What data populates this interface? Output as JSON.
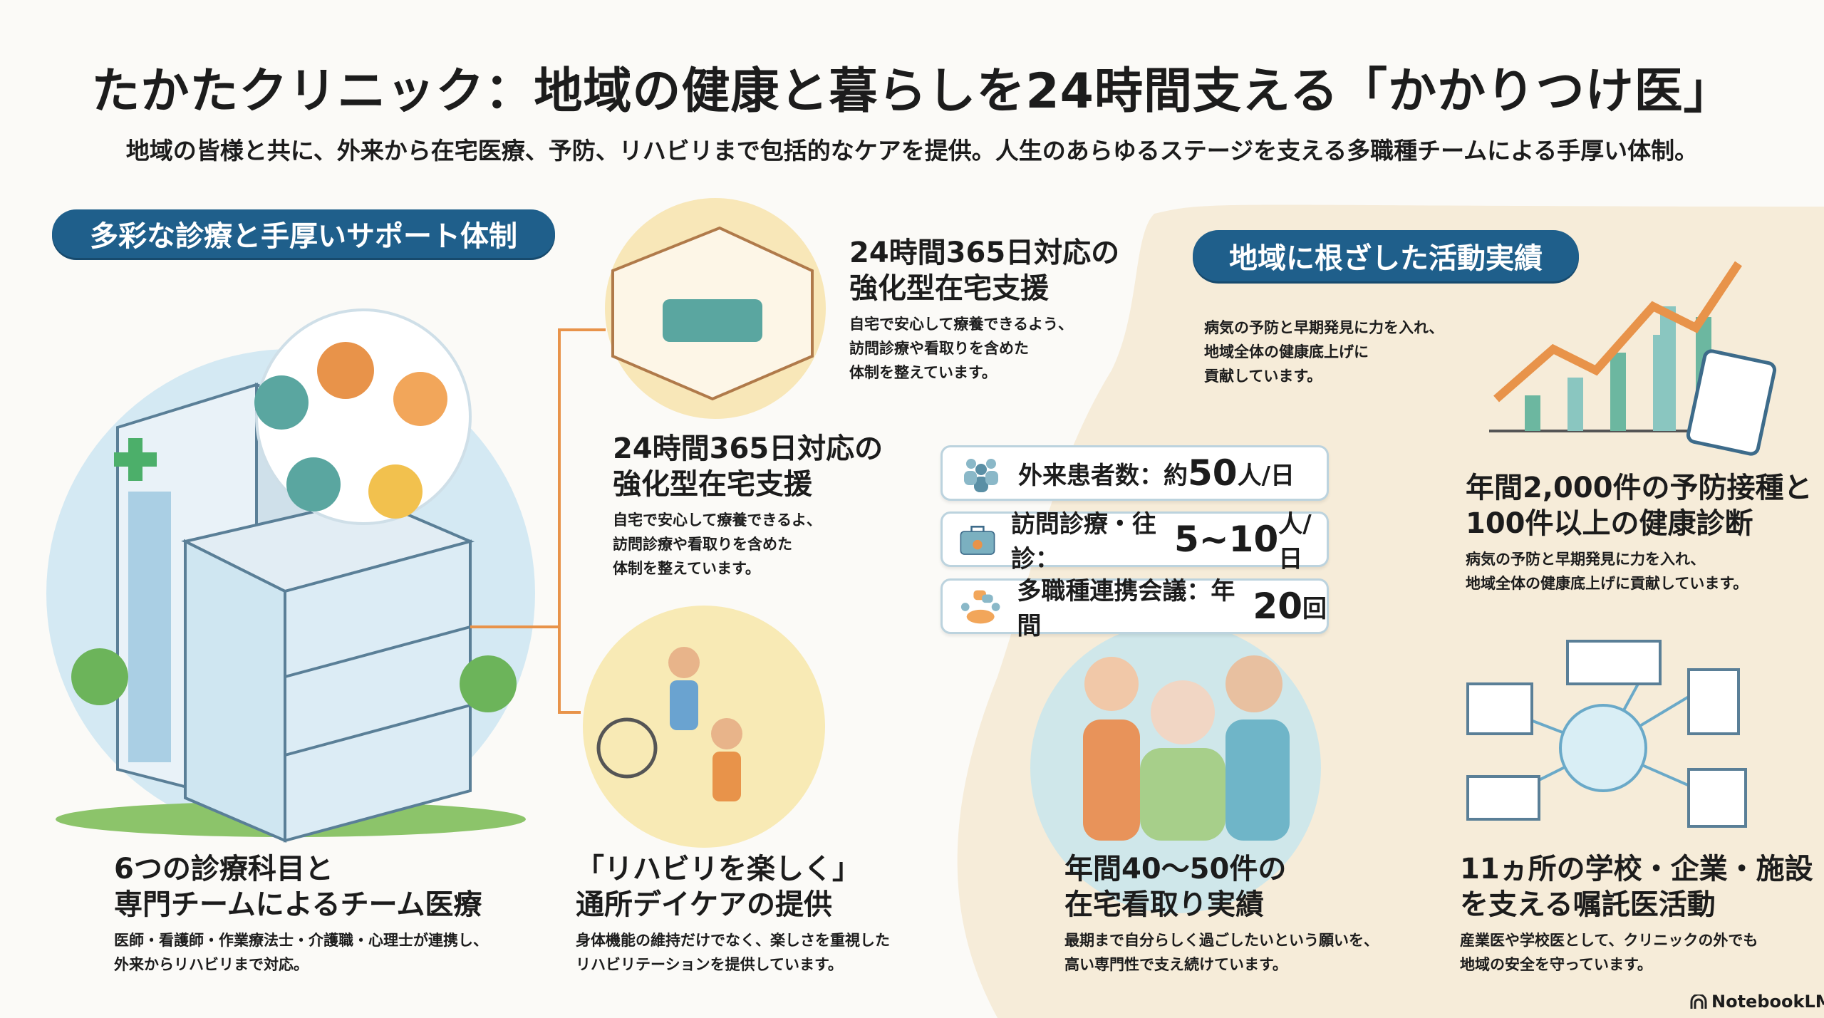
{
  "title": "たかたクリニック：地域の健康と暮らしを24時間支える「かかりつけ医」",
  "subtitle": "地域の皆様と共に、外来から在宅医療、予防、リハビリまで包括的なケアを提供。人生のあらゆるステージを支える多職種チームによる手厚い体制。",
  "left_section": {
    "pill": "多彩な診療と手厚いサポート体制",
    "home_support_top": {
      "heading_1": "24時間365日対応の",
      "heading_2": "強化型在宅支援",
      "body_1": "自宅で安心して療養できるよう、",
      "body_2": "訪問診療や看取りを含めた",
      "body_3": "体制を整えています。"
    },
    "home_support_mid": {
      "heading_1": "24時間365日対応の",
      "heading_2": "強化型在宅支援",
      "body_1": "自宅で安心して療養できるよ、",
      "body_2": "訪問診療や看取りを含めた",
      "body_3": "体制を整えています。"
    },
    "team": {
      "heading_1": "6つの診療科目と",
      "heading_2": "専門チームによるチーム医療",
      "body_1": "医師・看護師・作業療法士・介護職・心理士が連携し、",
      "body_2": "外来からリハビリまで対応。"
    },
    "rehab": {
      "heading_1": "「リハビリを楽しく」",
      "heading_2": "通所デイケアの提供",
      "body_1": "身体機能の維持だけでなく、楽しさを重視した",
      "body_2": "リハビリテーションを提供しています。"
    }
  },
  "right_section": {
    "pill": "地域に根ざした活動実績",
    "intro": {
      "body_1": "病気の予防と早期発見に力を入れ、",
      "body_2": "地域全体の健康底上げに",
      "body_3": "貢献しています。"
    },
    "prevention": {
      "heading_1": "年間2,000件の予防接種と",
      "heading_2": "100件以上の健康診断",
      "body_1": "病気の予防と早期発見に力を入れ、",
      "body_2": "地域全体の健康底上げに貢献しています。"
    },
    "end_of_life": {
      "heading_1": "年間40～50件の",
      "heading_2": "在宅看取り実績",
      "body_1": "最期まで自分らしく過ごしたいという願いを、",
      "body_2": "高い専門性で支え続けています。"
    },
    "commission": {
      "heading_1": "11ヵ所の学校・企業・施設",
      "heading_2": "を支える嘱託医活動",
      "body_1": "産業医や学校医として、クリニックの外でも",
      "body_2": "地域の安全を守っています。"
    }
  },
  "stats": [
    {
      "label": "外来患者数：約",
      "value": "50",
      "unit": "人/日",
      "icon": "people-group-icon"
    },
    {
      "label": "訪問診療・往診：",
      "value": "5~10",
      "unit": "人/日",
      "icon": "medical-bag-icon"
    },
    {
      "label": "多職種連携会議：年間",
      "value": "20",
      "unit": "回",
      "icon": "meeting-icon"
    }
  ],
  "watermark": "NotebookLM",
  "colors": {
    "navy": "#1f5f8b",
    "beige": "#f6ecd9",
    "orange": "#e8934a",
    "teal": "#5aa6a0"
  }
}
